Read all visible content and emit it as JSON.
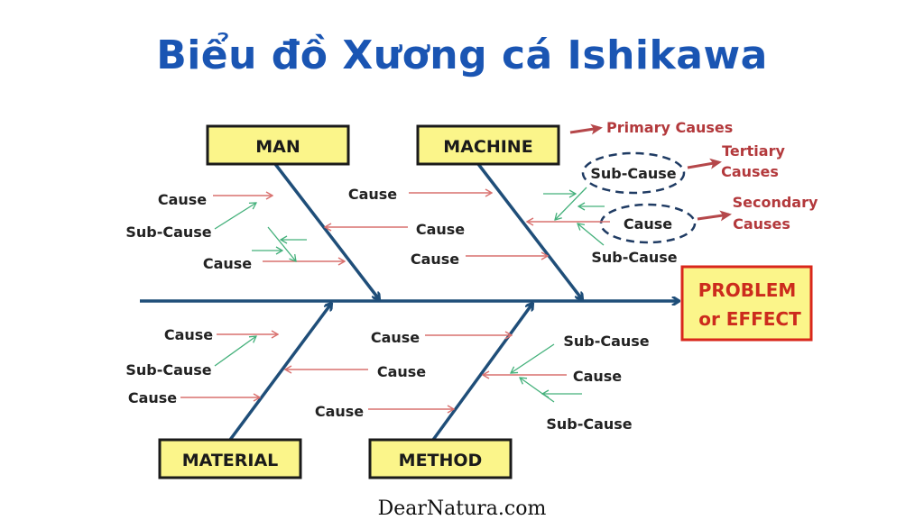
{
  "title": "Biểu đồ Xương cá Ishikawa",
  "footer": "DearNatura.com",
  "categories": {
    "man": "MAN",
    "machine": "MACHINE",
    "material": "MATERIAL",
    "method": "METHOD"
  },
  "effect": {
    "line1": "PROBLEM",
    "line2": "or EFFECT"
  },
  "annotations": {
    "primary": "Primary Causes",
    "tertiary1": "Tertiary",
    "tertiary2": "Causes",
    "secondary1": "Secondary",
    "secondary2": "Causes"
  },
  "labels": {
    "man": [
      "Cause",
      "Sub-Cause",
      "Cause"
    ],
    "machine": [
      "Cause",
      "Cause",
      "Cause",
      "Sub-Cause",
      "Cause",
      "Sub-Cause"
    ],
    "material": [
      "Cause",
      "Sub-Cause",
      "Cause"
    ],
    "method": [
      "Cause",
      "Cause",
      "Cause",
      "Sub-Cause",
      "Cause",
      "Sub-Cause"
    ]
  },
  "colors": {
    "title": "#1a55b3",
    "bone": "#1f4e79",
    "primary_arrow": "#d9716f",
    "sub_arrow": "#43b07a",
    "annotation": "#b3393c",
    "box_fill": "#fbf58a"
  }
}
